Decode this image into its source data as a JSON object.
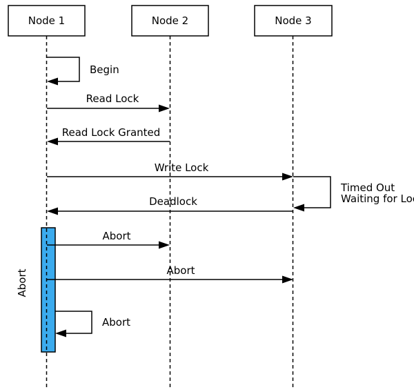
{
  "diagram": {
    "type": "sequence-diagram",
    "nodes": [
      {
        "label": "Node 1"
      },
      {
        "label": "Node 2"
      },
      {
        "label": "Node 3"
      }
    ],
    "messages": [
      {
        "label": "Begin",
        "kind": "self",
        "node": "Node 1"
      },
      {
        "label": "Read Lock",
        "kind": "arrow",
        "from": "Node 1",
        "to": "Node 2"
      },
      {
        "label": "Read Lock Granted",
        "kind": "arrow",
        "from": "Node 2",
        "to": "Node 1"
      },
      {
        "label": "Write Lock",
        "kind": "arrow",
        "from": "Node 1",
        "to": "Node 3"
      },
      {
        "label_lines": [
          "Timed Out",
          "Waiting for Lock"
        ],
        "kind": "self",
        "node": "Node 3"
      },
      {
        "label": "Deadlock",
        "kind": "arrow",
        "from": "Node 3",
        "to": "Node 1"
      },
      {
        "label": "Abort",
        "kind": "arrow",
        "from": "Node 1",
        "to": "Node 2"
      },
      {
        "label": "Abort",
        "kind": "arrow",
        "from": "Node 1",
        "to": "Node 3"
      },
      {
        "label": "Abort",
        "kind": "self",
        "node": "Node 1"
      }
    ],
    "activation": {
      "label": "Abort",
      "node": "Node 1"
    }
  },
  "colors": {
    "activation_fill": "#3BABEE",
    "line": "#000000",
    "background": "#FFFFFF"
  }
}
